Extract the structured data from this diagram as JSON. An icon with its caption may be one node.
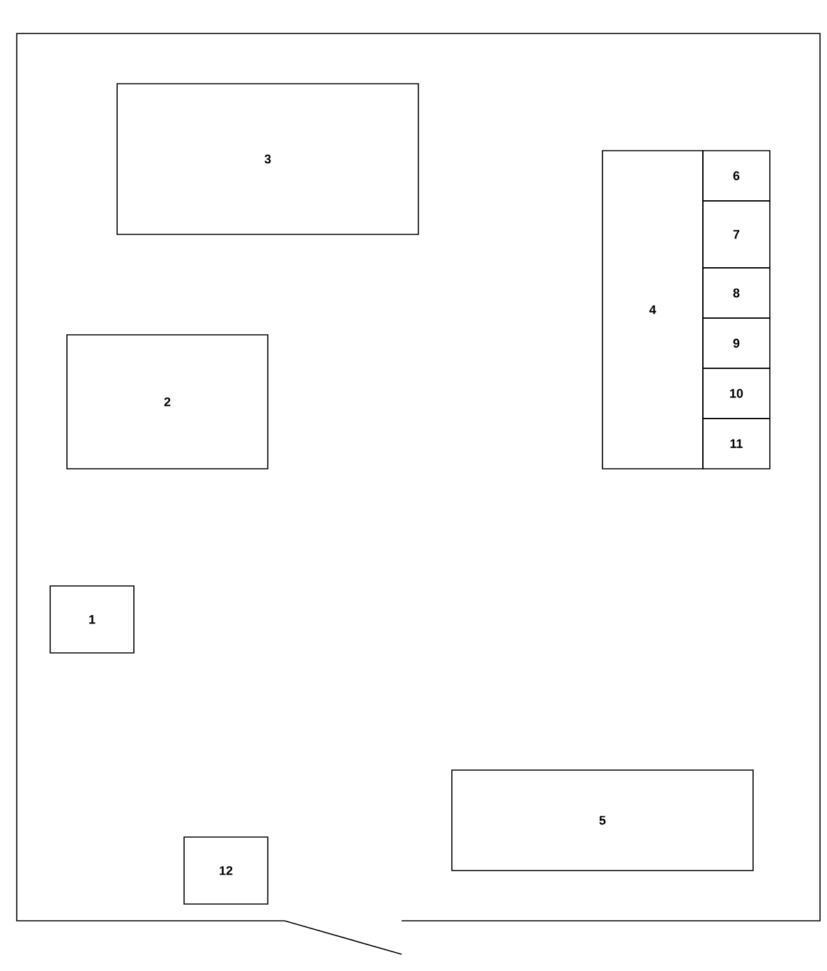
{
  "diagram": {
    "nodes": [
      {
        "text": [
          "3"
        ]
      },
      {
        "text": [
          "4"
        ]
      },
      {
        "text": [
          "6"
        ]
      },
      {
        "text": [
          "7"
        ]
      },
      {
        "text": [
          "8"
        ]
      },
      {
        "text": [
          "9"
        ]
      },
      {
        "text": [
          "10"
        ]
      },
      {
        "text": [
          "11"
        ]
      },
      {
        "text": [
          "2"
        ]
      },
      {
        "text": [
          "1"
        ]
      },
      {
        "text": [
          "5"
        ]
      },
      {
        "text": [
          "12"
        ]
      }
    ]
  }
}
